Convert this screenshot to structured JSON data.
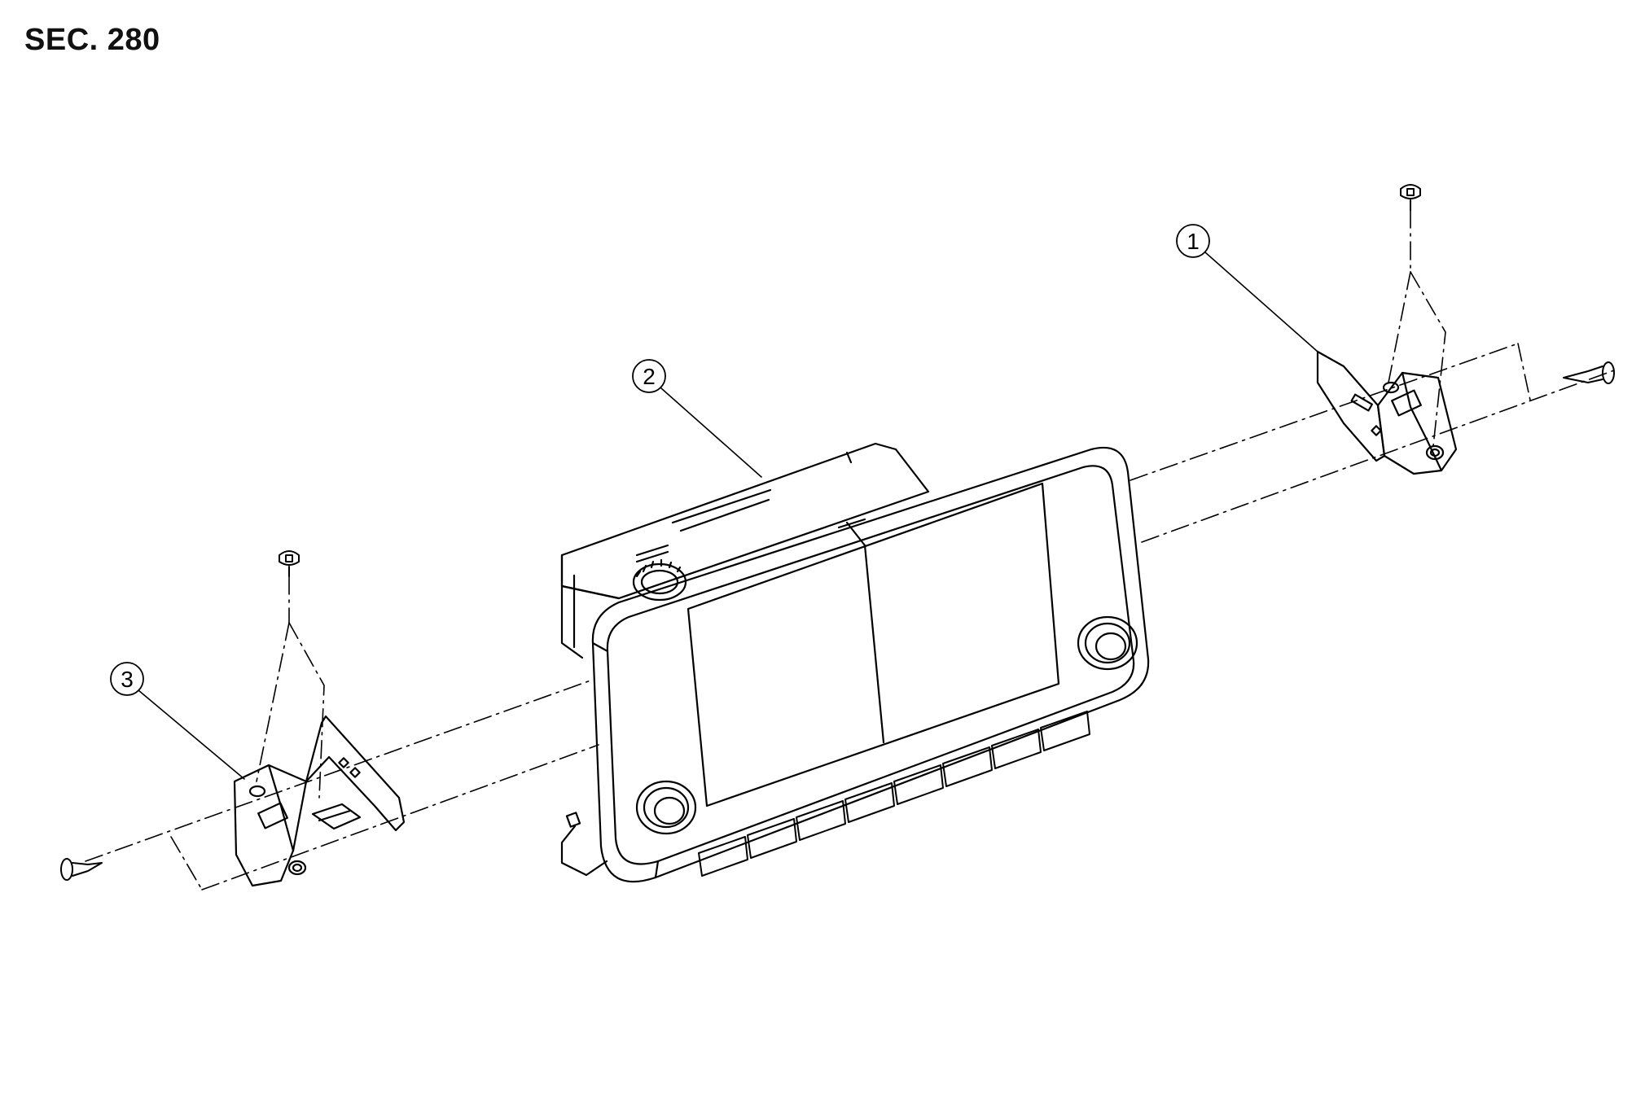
{
  "header": {
    "section_label": "SEC. 280"
  },
  "callouts": [
    {
      "id": "1",
      "label": "1"
    },
    {
      "id": "2",
      "label": "2"
    },
    {
      "id": "3",
      "label": "3"
    }
  ],
  "colors": {
    "line": "#000000",
    "background": "#ffffff"
  }
}
